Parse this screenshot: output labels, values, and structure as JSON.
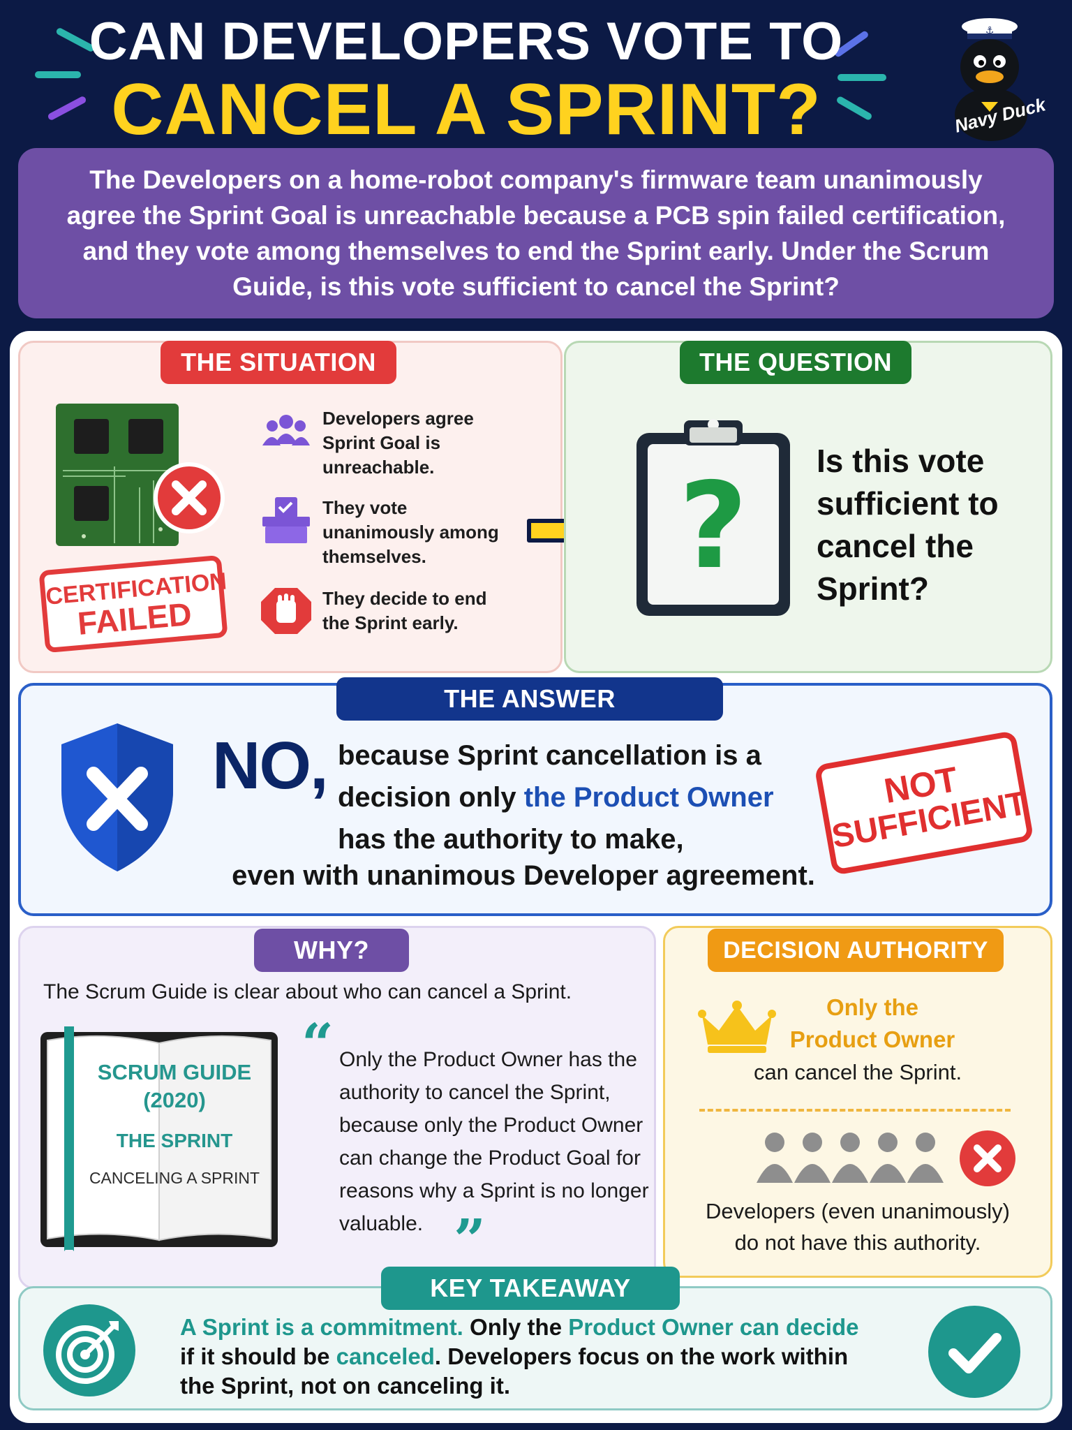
{
  "header": {
    "title_line1": "CAN DEVELOPERS VOTE TO",
    "title_line2": "CANCEL A SPRINT?",
    "brand": "Navy Duck"
  },
  "intro": {
    "text": "The Developers on a home-robot company's firmware team unanimously agree the Sprint Goal is unreachable because a PCB spin failed certification, and they vote among themselves to end the Sprint early. Under the Scrum Guide, is this vote sufficient to cancel the Sprint?"
  },
  "situation": {
    "badge": "THE SITUATION",
    "stamp_line1": "CERTIFICATION",
    "stamp_line2": "FAILED",
    "items": [
      {
        "text": "Developers agree Sprint Goal is unreachable.",
        "icon": "people-icon"
      },
      {
        "text": "They vote unanimously among themselves.",
        "icon": "ballot-box-icon"
      },
      {
        "text": "They decide to end the Sprint early.",
        "icon": "stop-hand-icon"
      }
    ]
  },
  "question": {
    "badge": "THE QUESTION",
    "text": "Is this vote sufficient to cancel the Sprint?"
  },
  "answer": {
    "badge": "THE ANSWER",
    "no": "NO,",
    "line1": "because Sprint cancellation is a",
    "line2_pre": "decision only ",
    "line2_highlight": "the Product Owner",
    "line3": "has the authority to make,",
    "line4": "even with unanimous Developer agreement.",
    "stamp_line1": "NOT",
    "stamp_line2": "SUFFICIENT"
  },
  "why": {
    "badge": "WHY?",
    "intro": "The Scrum Guide is clear about who can cancel a Sprint.",
    "book_title": "SCRUM GUIDE",
    "book_year": "(2020)",
    "book_section": "THE SPRINT",
    "book_subsection": "CANCELING A SPRINT",
    "quote": "Only the Product Owner has the authority to cancel the Sprint, because only the Product Owner can change the Product Goal for reasons why a Sprint is no longer valuable."
  },
  "decision": {
    "badge": "DECISION AUTHORITY",
    "po_line1": "Only the",
    "po_line2": "Product Owner",
    "po_line3": "can cancel the Sprint.",
    "dev_line1": "Developers (even unanimously)",
    "dev_line2": "do not have this authority."
  },
  "takeaway": {
    "badge": "KEY TAKEAWAY",
    "t1": "A Sprint is a commitment.",
    "t2": " Only the ",
    "t3": "Product Owner can decide",
    "t4": "if it should be ",
    "t5": "canceled",
    "t6": ". Developers focus on the work within",
    "t7": "the Sprint, not on canceling it."
  },
  "colors": {
    "navy": "#0c1a45",
    "yellow": "#ffd21f",
    "purple": "#6e4fa5",
    "red": "#e23b3b",
    "green": "#1d7a2e",
    "blue": "#1c4fb4",
    "orange": "#e79f12",
    "teal": "#1e978d"
  }
}
